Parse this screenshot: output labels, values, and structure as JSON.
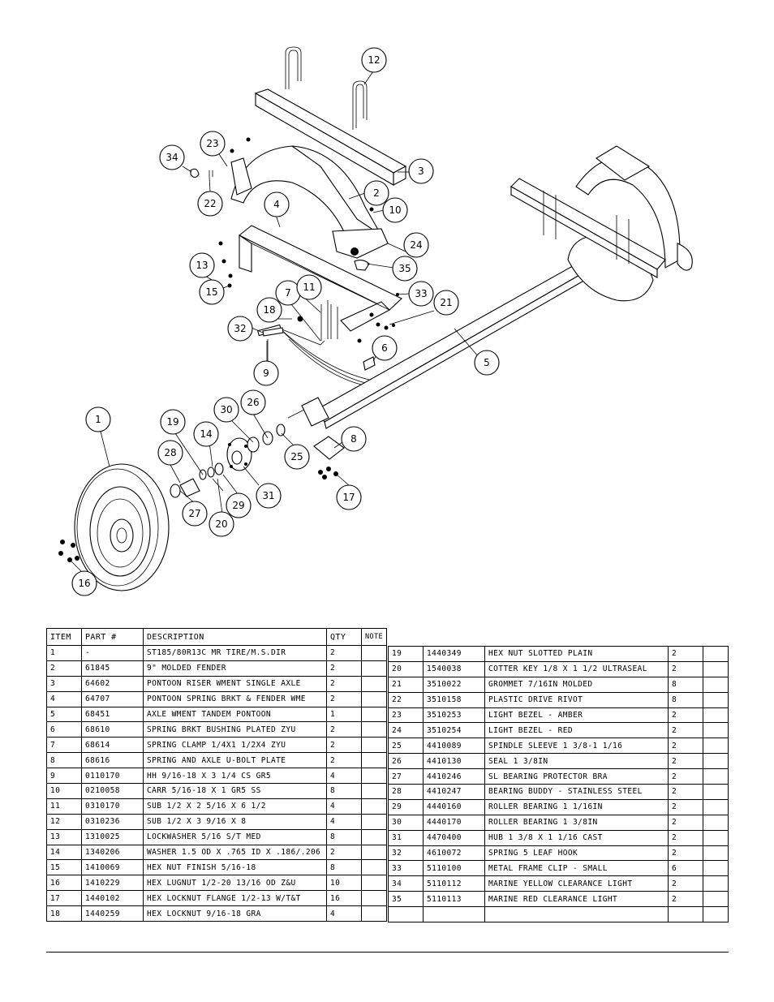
{
  "callouts": [
    "1",
    "2",
    "3",
    "4",
    "5",
    "6",
    "7",
    "8",
    "9",
    "10",
    "11",
    "12",
    "13",
    "14",
    "15",
    "16",
    "17",
    "18",
    "19",
    "20",
    "21",
    "22",
    "23",
    "24",
    "25",
    "26",
    "27",
    "28",
    "29",
    "30",
    "31",
    "32",
    "33",
    "34",
    "35"
  ],
  "table_headers": {
    "item": "ITEM",
    "part": "PART #",
    "description": "DESCRIPTION",
    "qty": "QTY",
    "note": "NOTE"
  },
  "parts_left": [
    {
      "item": "1",
      "part": "-",
      "description": "ST185/80R13C MR TIRE/M.S.DIR",
      "qty": "2",
      "note": ""
    },
    {
      "item": "2",
      "part": "61845",
      "description": "9\" MOLDED FENDER",
      "qty": "2",
      "note": ""
    },
    {
      "item": "3",
      "part": "64602",
      "description": "PONTOON RISER WMENT SINGLE AXLE",
      "qty": "2",
      "note": ""
    },
    {
      "item": "4",
      "part": "64707",
      "description": "PONTOON SPRING BRKT & FENDER WME",
      "qty": "2",
      "note": ""
    },
    {
      "item": "5",
      "part": "68451",
      "description": "AXLE WMENT   TANDEM PONTOON",
      "qty": "1",
      "note": ""
    },
    {
      "item": "6",
      "part": "68610",
      "description": "SPRING BRKT BUSHING PLATED ZYU",
      "qty": "2",
      "note": ""
    },
    {
      "item": "7",
      "part": "68614",
      "description": "SPRING CLAMP   1/4X1 1/2X4  ZYU",
      "qty": "2",
      "note": ""
    },
    {
      "item": "8",
      "part": "68616",
      "description": "SPRING AND AXLE U-BOLT PLATE",
      "qty": "2",
      "note": ""
    },
    {
      "item": "9",
      "part": "0110170",
      "description": "HH 9/16-18 X 3 1/4 CS GR5",
      "qty": "4",
      "note": ""
    },
    {
      "item": "10",
      "part": "0210058",
      "description": "CARR 5/16-18 X 1 GR5 SS",
      "qty": "8",
      "note": ""
    },
    {
      "item": "11",
      "part": "0310170",
      "description": "SUB 1/2 X 2 5/16 X 6 1/2",
      "qty": "4",
      "note": ""
    },
    {
      "item": "12",
      "part": "0310236",
      "description": "SUB 1/2 X 3 9/16 X 8",
      "qty": "4",
      "note": ""
    },
    {
      "item": "13",
      "part": "1310025",
      "description": "LOCKWASHER 5/16 S/T MED",
      "qty": "8",
      "note": ""
    },
    {
      "item": "14",
      "part": "1340206",
      "description": "WASHER 1.5 OD X .765 ID X .186/.206",
      "qty": "2",
      "note": ""
    },
    {
      "item": "15",
      "part": "1410069",
      "description": "HEX NUT FINISH 5/16-18",
      "qty": "8",
      "note": ""
    },
    {
      "item": "16",
      "part": "1410229",
      "description": "HEX LUGNUT 1/2-20 13/16 OD Z&U",
      "qty": "10",
      "note": ""
    },
    {
      "item": "17",
      "part": "1440102",
      "description": "HEX LOCKNUT FLANGE 1/2-13 W/T&T",
      "qty": "16",
      "note": ""
    },
    {
      "item": "18",
      "part": "1440259",
      "description": "HEX LOCKNUT 9/16-18 GRA",
      "qty": "4",
      "note": ""
    }
  ],
  "parts_right": [
    {
      "item": "19",
      "part": "1440349",
      "description": "HEX NUT SLOTTED PLAIN",
      "qty": "2",
      "note": ""
    },
    {
      "item": "20",
      "part": "1540038",
      "description": "COTTER KEY 1/8 X 1 1/2 ULTRASEAL",
      "qty": "2",
      "note": ""
    },
    {
      "item": "21",
      "part": "3510022",
      "description": "GROMMET  7/16IN MOLDED",
      "qty": "8",
      "note": ""
    },
    {
      "item": "22",
      "part": "3510158",
      "description": "PLASTIC DRIVE RIVOT",
      "qty": "8",
      "note": ""
    },
    {
      "item": "23",
      "part": "3510253",
      "description": "LIGHT BEZEL - AMBER",
      "qty": "2",
      "note": ""
    },
    {
      "item": "24",
      "part": "3510254",
      "description": "LIGHT BEZEL - RED",
      "qty": "2",
      "note": ""
    },
    {
      "item": "25",
      "part": "4410089",
      "description": "SPINDLE SLEEVE  1 3/8-1 1/16",
      "qty": "2",
      "note": ""
    },
    {
      "item": "26",
      "part": "4410130",
      "description": "SEAL  1 3/8IN",
      "qty": "2",
      "note": ""
    },
    {
      "item": "27",
      "part": "4410246",
      "description": "SL BEARING PROTECTOR BRA",
      "qty": "2",
      "note": ""
    },
    {
      "item": "28",
      "part": "4410247",
      "description": "BEARING BUDDY - STAINLESS STEEL",
      "qty": "2",
      "note": ""
    },
    {
      "item": "29",
      "part": "4440160",
      "description": "ROLLER BEARING   1 1/16IN",
      "qty": "2",
      "note": ""
    },
    {
      "item": "30",
      "part": "4440170",
      "description": "ROLLER BEARING   1 3/8IN",
      "qty": "2",
      "note": ""
    },
    {
      "item": "31",
      "part": "4470400",
      "description": "HUB   1 3/8 X 1 1/16 CAST",
      "qty": "2",
      "note": ""
    },
    {
      "item": "32",
      "part": "4610072",
      "description": "SPRING  5 LEAF HOOK",
      "qty": "2",
      "note": ""
    },
    {
      "item": "33",
      "part": "5110100",
      "description": "METAL FRAME CLIP - SMALL",
      "qty": "6",
      "note": ""
    },
    {
      "item": "34",
      "part": "5110112",
      "description": "MARINE YELLOW CLEARANCE LIGHT",
      "qty": "2",
      "note": ""
    },
    {
      "item": "35",
      "part": "5110113",
      "description": "MARINE RED CLEARANCE LIGHT",
      "qty": "2",
      "note": ""
    },
    {
      "item": "",
      "part": "",
      "description": "",
      "qty": "",
      "note": ""
    }
  ]
}
